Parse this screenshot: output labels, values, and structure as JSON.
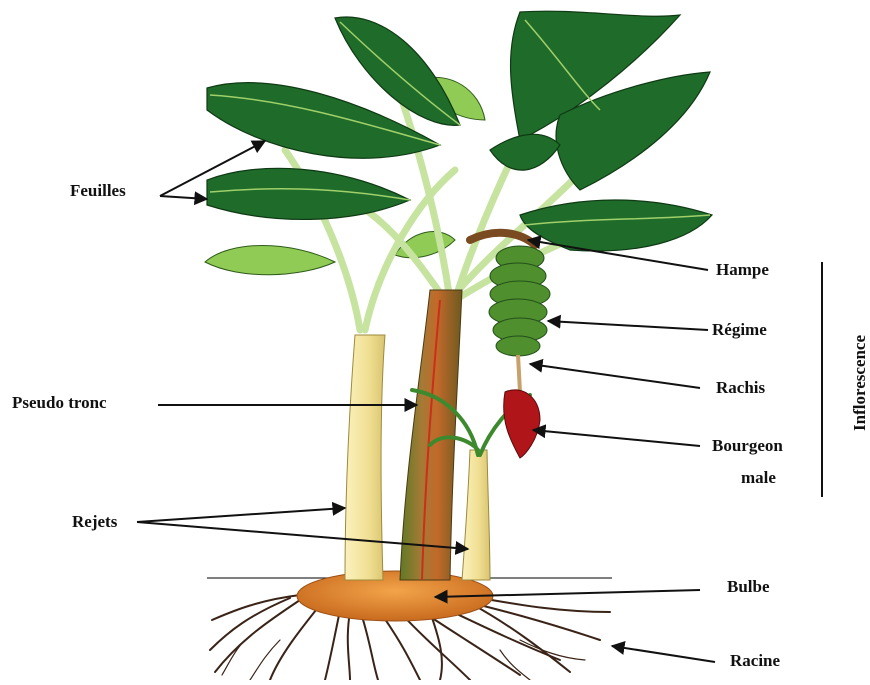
{
  "labels": {
    "feuilles": "Feuilles",
    "pseudo_tronc": "Pseudo tronc",
    "rejets": "Rejets",
    "hampe": "Hampe",
    "regime": "Régime",
    "rachis": "Rachis",
    "bourgeon_line1": "Bourgeon",
    "bourgeon_line2": "male",
    "bulbe": "Bulbe",
    "racine": "Racine",
    "inflorescence": "Inflorescence"
  },
  "colors": {
    "leaf_dark": "#1f6b2a",
    "leaf_light": "#7bbf4a",
    "trunk_pale": "#f3e6a0",
    "trunk_main": "#8a6a2a",
    "bulb": "#e08a2a",
    "root": "#3a2418",
    "bud": "#b0151a"
  }
}
